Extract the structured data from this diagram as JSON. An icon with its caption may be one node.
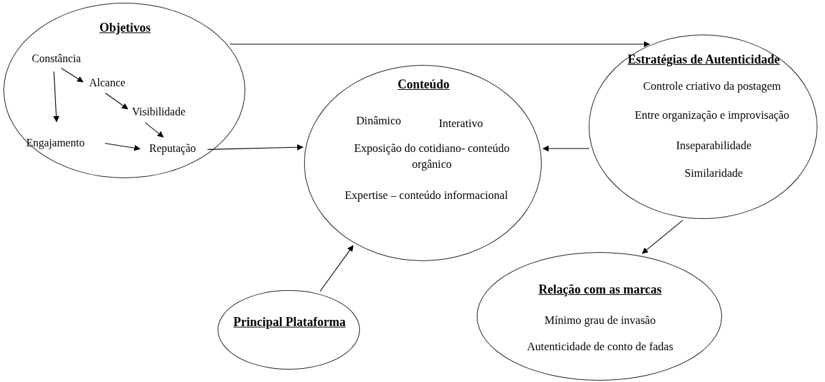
{
  "diagram": {
    "nodes": [
      {
        "text": [
          "Objetivos"
        ]
      },
      {
        "text": [
          "Constância"
        ],
        "in": 0
      },
      {
        "text": [
          "Alcance"
        ],
        "in": 0
      },
      {
        "text": [
          "Visibilidade"
        ],
        "in": 0
      },
      {
        "text": [
          "Engajamento"
        ],
        "in": 0
      },
      {
        "text": [
          "Reputação"
        ],
        "in": 0
      },
      {
        "text": [
          "Conteúdo",
          "Dinâmico",
          "Interativo",
          "Exposição do cotidiano- conteúdo orgânico",
          "Expertise – conteúdo informacional"
        ]
      },
      {
        "text": [
          "Estratégias de Autenticidade",
          "Controle criativo da postagem",
          "Entre organização e improvisação",
          "Inseparabilidade",
          "Similaridade"
        ]
      },
      {
        "text": [
          "Relação com as marcas",
          "Mínimo grau de invasão",
          "Autenticidade de conto de fadas"
        ]
      },
      {
        "text": [
          "Principal Plataforma"
        ]
      }
    ],
    "edges": [
      {
        "from": 1,
        "to": 2,
        "arrow": "to"
      },
      {
        "from": 2,
        "to": 3,
        "arrow": "to"
      },
      {
        "from": 3,
        "to": 5,
        "arrow": "to"
      },
      {
        "from": 1,
        "to": 4,
        "arrow": "to"
      },
      {
        "from": 4,
        "to": 5,
        "arrow": "to"
      },
      {
        "from": 0,
        "to": 7,
        "arrow": "to"
      },
      {
        "from": 5,
        "to": 6,
        "arrow": "to"
      },
      {
        "from": 7,
        "to": 6,
        "arrow": "to"
      },
      {
        "from": 9,
        "to": 6,
        "arrow": "to"
      },
      {
        "from": 7,
        "to": 8,
        "arrow": "to"
      }
    ]
  }
}
